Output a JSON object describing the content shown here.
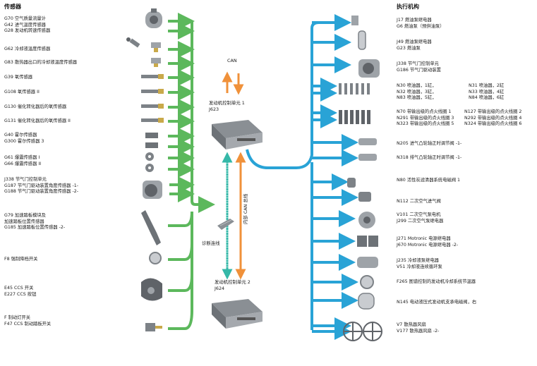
{
  "sensors_header": "传感器",
  "actuators_header": "执行机构",
  "sensors": [
    {
      "lines": [
        "G70  空气质量流量计",
        "G42  进气温度传感器",
        "G28  发动机转速传感器"
      ]
    },
    {
      "lines": [
        "G62  冷却液温度传感器"
      ]
    },
    {
      "lines": [
        "G83  散热器出口的冷却液温度传感器"
      ]
    },
    {
      "lines": [
        "G39  氧传感器"
      ]
    },
    {
      "lines": [
        "G108 氧传感器 II"
      ]
    },
    {
      "lines": [
        "G130 催化转化器后的氧传感器"
      ]
    },
    {
      "lines": [
        "G131 催化转化器后的氧传感器 II"
      ]
    },
    {
      "lines": [
        "G40  霍尔传感器",
        "G300 霍尔传感器 3"
      ]
    },
    {
      "lines": [
        "G61  爆震传感器 I",
        "G66  爆震传感器 II"
      ]
    },
    {
      "lines": [
        "J338 节气门控制单元",
        "G187 节气门驱动装置角度传感器 -1-",
        "G188 节气门驱动装置角度传感器 -2-"
      ]
    },
    {
      "lines": [
        "G79  加速踏板模块及",
        "         加速踏板位置传感器",
        "G185 加速踏板位置传感器 -2-"
      ]
    },
    {
      "lines": [
        "F8   强制降档开关"
      ]
    },
    {
      "lines": [
        "E45  CCS 开关",
        "E227 CCS 按钮"
      ]
    },
    {
      "lines": [
        "F      制动灯开关",
        "F47  CCS 制动踏板开关"
      ]
    }
  ],
  "actuators": [
    {
      "lines": [
        "J17   燃油泵继电器",
        "G6    燃油泵（预供油泵）"
      ]
    },
    {
      "lines": [
        "J49   燃油泵继电器",
        "G23   燃油泵"
      ]
    },
    {
      "lines": [
        "J338  节气门控制单元",
        "G186  节气门驱动装置"
      ]
    },
    {
      "lines": [
        "N30   喷油器，1缸，",
        "N32   喷油器，3缸，",
        "N83   喷油器，5缸，"
      ],
      "lines2": [
        "N31    喷油器，2缸",
        "N33    喷油器，4缸",
        "N84    喷油器，6缸"
      ]
    },
    {
      "lines": [
        "N70   带输出级的点火线圈 1",
        "N291  带输出级的点火线圈 3",
        "N323  带输出级的点火线圈 5"
      ],
      "lines2": [
        "N127  带输出级的点火线圈 2",
        "N292  带输出级的点火线圈 4",
        "N324  带输出级的点火线圈 6"
      ]
    },
    {
      "lines": [
        "N205 进气凸轮轴正时调节阀 -1-"
      ]
    },
    {
      "lines": [
        "N318  排气凸轮轴正时调节阀 -1-"
      ]
    },
    {
      "lines": [
        "N80   活性炭滤清器系统电磁阀 1"
      ]
    },
    {
      "lines": [
        "N112  二次空气进气阀"
      ]
    },
    {
      "lines": [
        "V101  二次空气泵电机",
        "J299  二次空气泵继电器"
      ]
    },
    {
      "lines": [
        "J271  Motronic 电源继电器",
        "J670  Motronic 电源继电器 -2-"
      ]
    },
    {
      "lines": [
        "J235  冷却液泵继电器",
        "V51   冷却液连续循环泵"
      ]
    },
    {
      "lines": [
        "F265  图谱控制的发动机冷却系统节温器"
      ]
    },
    {
      "lines": [
        "N145  电动液压式发动机支承电磁阀，右"
      ]
    },
    {
      "lines": [
        "V7    散热器风扇",
        "V177  散热器风扇 -2-"
      ]
    }
  ],
  "center": {
    "can_label": "CAN",
    "ecu1_lines": [
      "发动机控制单元 1",
      "J623"
    ],
    "ecu2_lines": [
      "发动机控制单元 2",
      "J624"
    ],
    "diag_label": "诊断连线",
    "internal_can_label": "内部 CAN 总线"
  },
  "colors": {
    "sensor_arrow": "#5cb85c",
    "actuator_arrow": "#29a3d6",
    "can_arrow": "#f0913a",
    "diag_arrow": "#35b8a8"
  }
}
